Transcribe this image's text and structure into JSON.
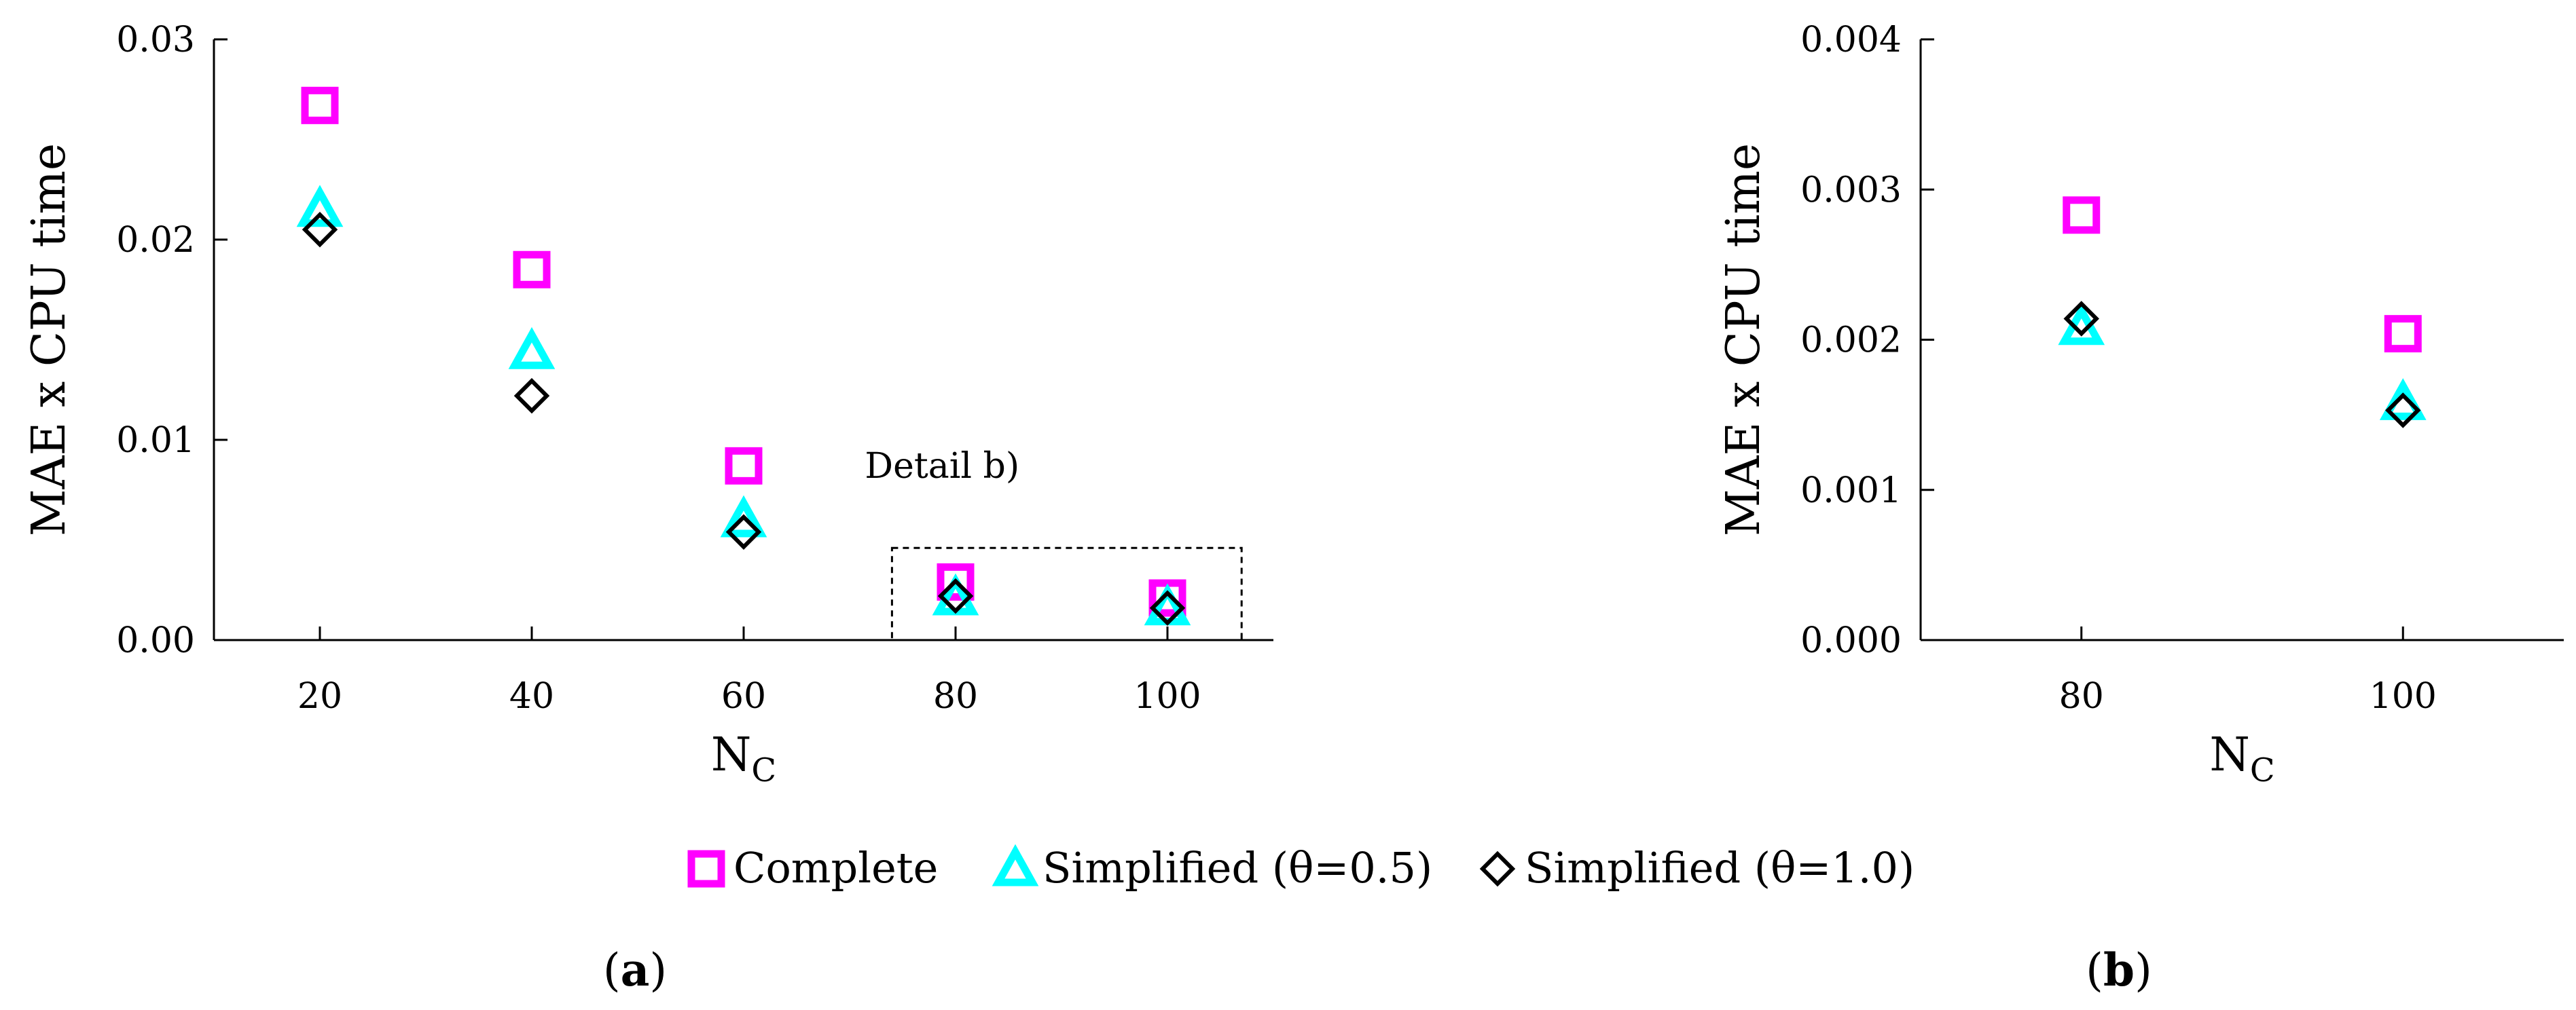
{
  "chart_data": [
    {
      "type": "scatter",
      "panel_label": {
        "open": "(",
        "letter": "a",
        "close": ")"
      },
      "xlabel": {
        "main": "N",
        "sub": "C"
      },
      "ylabel": "MAE x CPU time",
      "xlim": [
        10,
        110
      ],
      "ylim": [
        0,
        0.03
      ],
      "xticks": [
        20,
        40,
        60,
        80,
        100
      ],
      "xtick_labels": [
        "20",
        "40",
        "60",
        "80",
        "100"
      ],
      "yticks": [
        0,
        0.01,
        0.02,
        0.03
      ],
      "ytick_labels": [
        "0.00",
        "0.01",
        "0.02",
        "0.03"
      ],
      "grid": false,
      "annotations": [
        {
          "text": "Detail b)",
          "box_x": [
            74,
            107
          ],
          "box_y": [
            0,
            0.0046
          ]
        }
      ],
      "series": [
        {
          "name": "Complete",
          "marker": "square",
          "color": "#FF00FF",
          "x": [
            20,
            40,
            60,
            80,
            100
          ],
          "y": [
            0.0267,
            0.0185,
            0.0087,
            0.0029,
            0.0021
          ]
        },
        {
          "name": "Simplified (θ=0.5)",
          "marker": "triangle",
          "color": "#00FFFF",
          "x": [
            20,
            40,
            60,
            80,
            100
          ],
          "y": [
            0.0215,
            0.0144,
            0.006,
            0.0021,
            0.0016
          ]
        },
        {
          "name": "Simplified (θ=1.0)",
          "marker": "diamond",
          "color": "#000000",
          "x": [
            20,
            40,
            60,
            80,
            100
          ],
          "y": [
            0.0205,
            0.0122,
            0.0054,
            0.0022,
            0.0016
          ]
        }
      ]
    },
    {
      "type": "scatter",
      "panel_label": {
        "open": "(",
        "letter": "b",
        "close": ")"
      },
      "xlabel": {
        "main": "N",
        "sub": "C"
      },
      "ylabel": "MAE x CPU time",
      "xlim": [
        70,
        110
      ],
      "ylim": [
        0,
        0.004
      ],
      "xticks": [
        80,
        100
      ],
      "xtick_labels": [
        "80",
        "100"
      ],
      "yticks": [
        0,
        0.001,
        0.002,
        0.003,
        0.004
      ],
      "ytick_labels": [
        "0.000",
        "0.001",
        "0.002",
        "0.003",
        "0.004"
      ],
      "grid": false,
      "series": [
        {
          "name": "Complete",
          "marker": "square",
          "color": "#FF00FF",
          "x": [
            80,
            100
          ],
          "y": [
            0.00283,
            0.00204
          ]
        },
        {
          "name": "Simplified (θ=0.5)",
          "marker": "triangle",
          "color": "#00FFFF",
          "x": [
            80,
            100
          ],
          "y": [
            0.00208,
            0.00158
          ]
        },
        {
          "name": "Simplified (θ=1.0)",
          "marker": "diamond",
          "color": "#000000",
          "x": [
            80,
            100
          ],
          "y": [
            0.00214,
            0.00153
          ]
        }
      ]
    }
  ],
  "legend": {
    "placement": "bottom-center",
    "items": [
      {
        "label": "Complete",
        "marker": "square",
        "color": "#FF00FF"
      },
      {
        "label": "Simplified (θ=0.5)",
        "marker": "triangle",
        "color": "#00FFFF"
      },
      {
        "label": "Simplified (θ=1.0)",
        "marker": "diamond",
        "color": "#000000"
      }
    ]
  }
}
